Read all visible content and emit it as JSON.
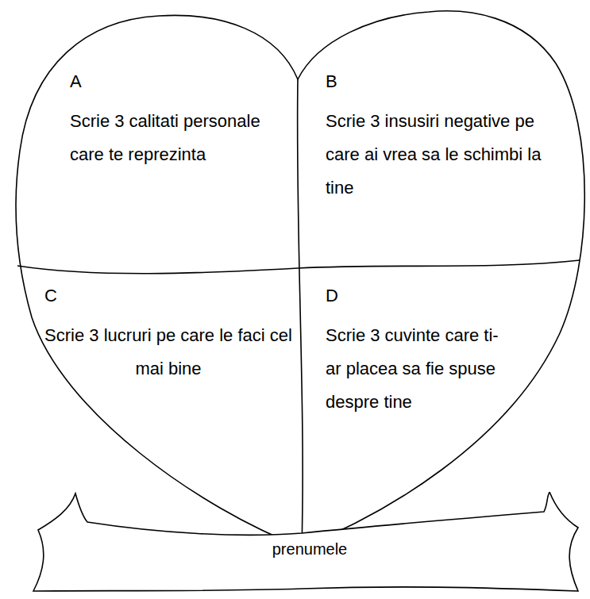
{
  "diagram": {
    "nodes": [
      {
        "text": [
          "A",
          "Scrie 3 calitati personale care te reprezinta"
        ]
      },
      {
        "text": [
          "B",
          "Scrie 3 insusiri negative pe care ai vrea sa le schimbi la tine"
        ]
      },
      {
        "text": [
          "C",
          "Scrie 3 lucruri pe care le faci cel mai bine"
        ]
      },
      {
        "text": [
          "D",
          "Scrie 3 cuvinte care ti-ar placea sa fie spuse despre tine"
        ]
      },
      {
        "text": [
          "prenumele"
        ]
      }
    ]
  }
}
